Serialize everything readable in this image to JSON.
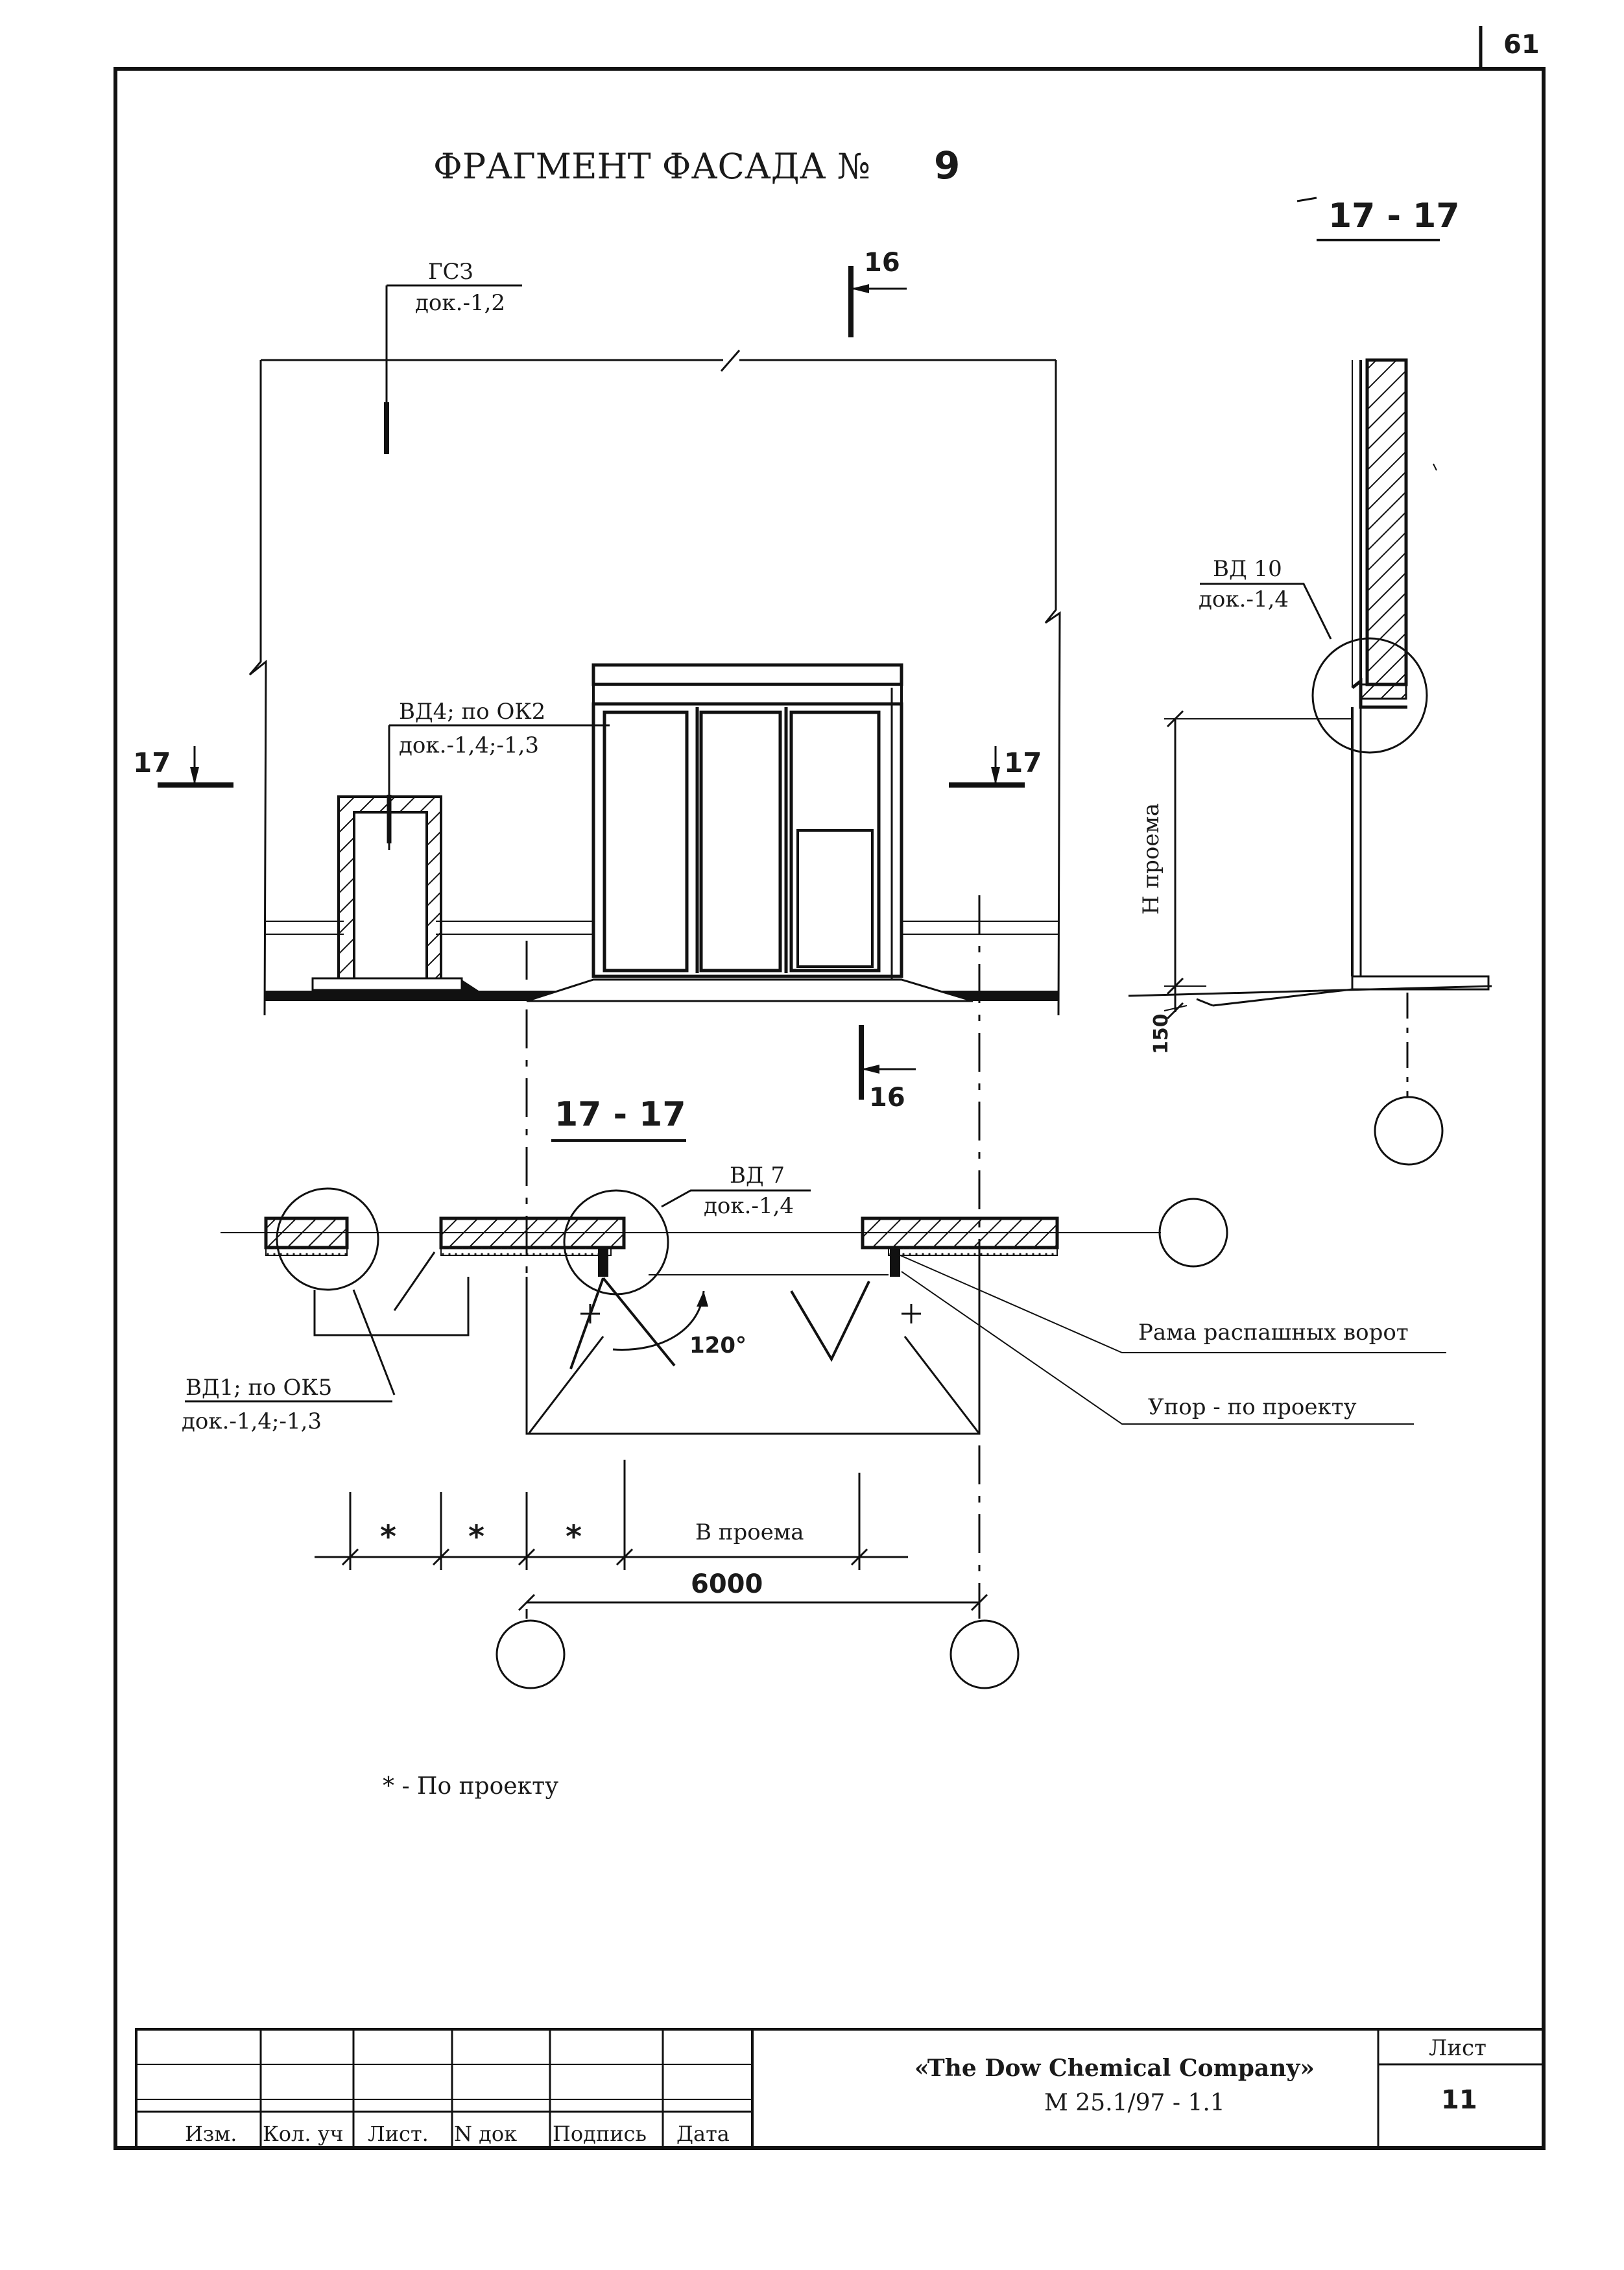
{
  "sheet_corner_number": "61",
  "title": "ФРАГМЕНТ ФАСАДА №",
  "title_number": "9",
  "section_title_plan": "17 - 17",
  "section_title_side": "17 - 17",
  "marks": {
    "section_16_top": "16",
    "section_16_bottom": "16",
    "section_17_left": "17",
    "section_17_right": "17"
  },
  "callouts": {
    "gs3": {
      "name": "ГСЗ",
      "ref": "док.-1,2"
    },
    "vd4": {
      "name": "ВД4; по ОК2",
      "ref": "док.-1,4;-1,3"
    },
    "vd10": {
      "name": "ВД 10",
      "ref": "док.-1,4"
    },
    "vd7": {
      "name": "ВД 7",
      "ref": "док.-1,4"
    },
    "vd1": {
      "name": "ВД1; по ОК5",
      "ref": "док.-1,4;-1,3"
    }
  },
  "labels": {
    "gate_frame": "Рама распашных ворот",
    "stop": "Упор - по проекту",
    "angle": "120°",
    "opening_height": "Н проема",
    "height_150": "150",
    "opening_width": "В проема",
    "width_6000": "6000",
    "star": "*",
    "footnote": "* - По проекту"
  },
  "title_block": {
    "columns": [
      "Изм.",
      "Кол. уч",
      "Лист.",
      "N док",
      "Подпись",
      "Дата"
    ],
    "company": "«The Dow Chemical Company»",
    "code": "М 25.1/97 - 1.1",
    "sheet_label": "Лист",
    "sheet_number": "11"
  }
}
